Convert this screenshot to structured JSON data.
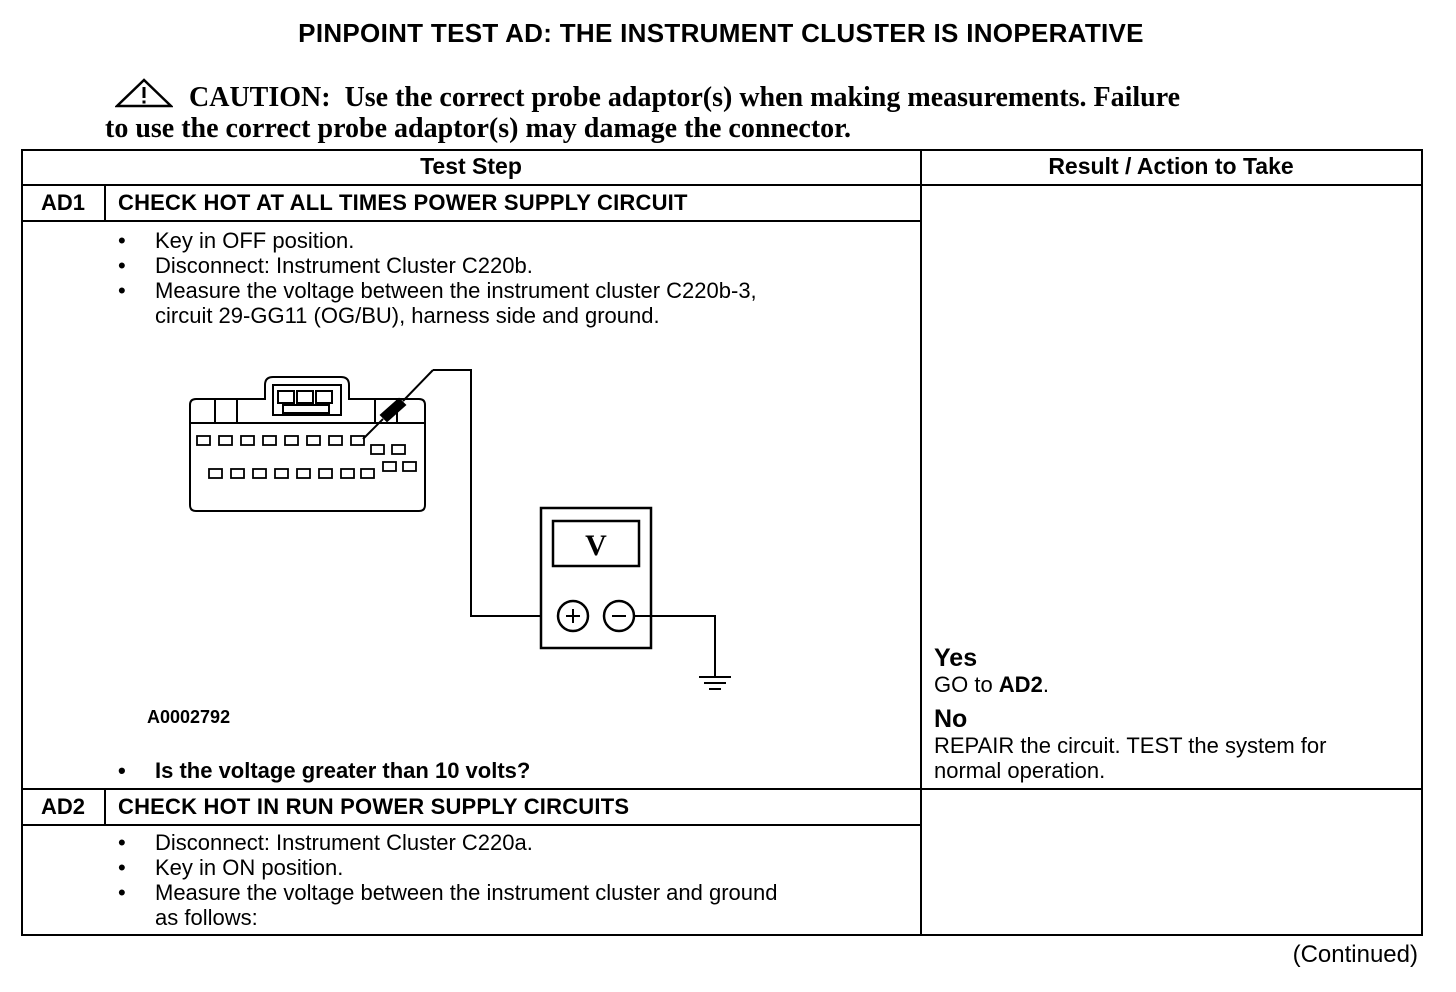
{
  "title": "PINPOINT TEST AD: THE INSTRUMENT CLUSTER IS INOPERATIVE",
  "caution": {
    "label": "CAUTION:",
    "text_line1": "Use the correct probe adaptor(s) when making measurements. Failure",
    "text_line2": "to use the correct probe adaptor(s) may damage the connector.",
    "icon": "warning-triangle-icon"
  },
  "table": {
    "headers": {
      "test_step": "Test Step",
      "result": "Result / Action to Take"
    },
    "steps": [
      {
        "id": "AD1",
        "title": "CHECK HOT AT ALL TIMES POWER SUPPLY CIRCUIT",
        "bullets": [
          "Key in OFF position.",
          "Disconnect: Instrument Cluster C220b.",
          "Measure the voltage between the instrument cluster C220b-3,",
          "circuit 29-GG11 (OG/BU), harness side and ground."
        ],
        "figure_id": "A0002792",
        "meter_label": "V",
        "question": "Is the voltage greater than 10 volts?",
        "result": {
          "yes_label": "Yes",
          "yes_text": "GO to ",
          "yes_target": "AD2",
          "yes_end": ".",
          "no_label": "No",
          "no_line1": "REPAIR the circuit. TEST the system for",
          "no_line2": "normal operation."
        }
      },
      {
        "id": "AD2",
        "title": "CHECK HOT IN RUN POWER SUPPLY CIRCUITS",
        "bullets": [
          "Disconnect: Instrument Cluster C220a.",
          "Key in ON position.",
          "Measure the voltage between the instrument cluster and ground",
          "as follows:"
        ]
      }
    ]
  },
  "footer": {
    "continued": "(Continued)"
  }
}
